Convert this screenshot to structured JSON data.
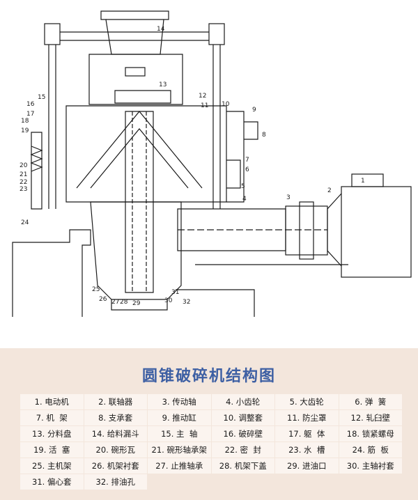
{
  "title": "圆锥破碎机结构图",
  "callouts": [
    "1",
    "2",
    "3",
    "4",
    "5",
    "6",
    "7",
    "8",
    "9",
    "10",
    "11",
    "12",
    "13",
    "14",
    "15",
    "16",
    "17",
    "18",
    "19",
    "20",
    "21",
    "22",
    "23",
    "24",
    "25",
    "26",
    "27",
    "28",
    "29",
    "30",
    "31",
    "32"
  ],
  "legend": [
    "1. 电动机",
    "2. 联轴器",
    "3. 传动轴",
    "4. 小齿轮",
    "5. 大齿轮",
    "6. 弹  簧",
    "7. 机  架",
    "8. 支承套",
    "9. 推动缸",
    "10. 调整套",
    "11. 防尘罩",
    "12. 轧臼壁",
    "13. 分料盘",
    "14. 给料漏斗",
    "15. 主  轴",
    "16. 破碎壁",
    "17. 躯  体",
    "18. 锁紧螺母",
    "19. 活  塞",
    "20. 碗形瓦",
    "21. 碗形轴承架",
    "22. 密  封",
    "23. 水  槽",
    "24. 筋  板",
    "25. 主机架",
    "26. 机架衬套",
    "27. 止推轴承",
    "28. 机架下盖",
    "29. 进油口",
    "30. 主轴衬套",
    "31. 偏心套",
    "32. 排油孔"
  ],
  "colors": {
    "title": "#3d5fa3",
    "legend_bg": "#f3e6dc",
    "cell_bg": "#fbf4ef",
    "line": "#1a1a1a"
  }
}
